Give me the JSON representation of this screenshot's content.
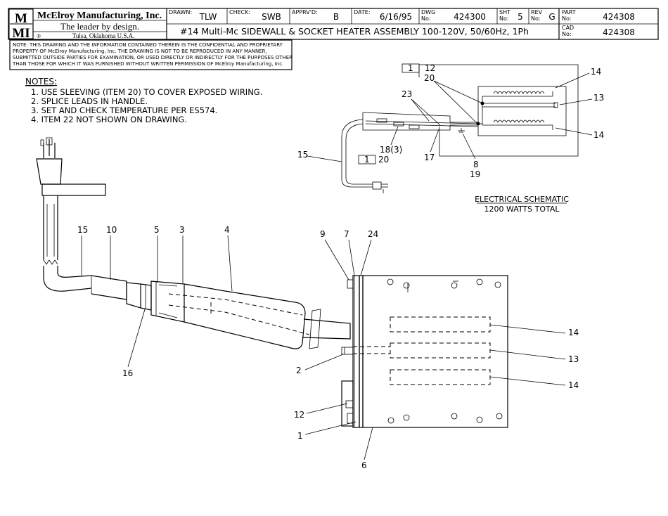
{
  "title_block": {
    "logo_top": "M",
    "logo_bottom": "MI",
    "company": "McElroy Manufacturing, Inc.",
    "tagline": "The leader by design.",
    "registered": "®",
    "location": "Tulsa, Oklahoma U.S.A.",
    "drawn_label": "DRAWN:",
    "drawn_value": "TLW",
    "check_label": "CHECK:",
    "check_value": "SWB",
    "apprvd_label": "APPRV'D:",
    "apprvd_value": "B",
    "date_label": "DATE:",
    "date_value": "6/16/95",
    "dwg_label_1": "DWG",
    "dwg_label_2": "No:",
    "dwg_value": "424300",
    "sht_label_1": "SHT",
    "sht_label_2": "No:",
    "sht_value": "5",
    "rev_label_1": "REV",
    "rev_label_2": "No:",
    "rev_value": "G",
    "part_label_1": "PART",
    "part_label_2": "No:",
    "part_value": "424308",
    "cad_label_1": "CAD",
    "cad_label_2": "No:",
    "cad_value": "424308",
    "drawing_title": "#14 Multi-Mc SIDEWALL & SOCKET HEATER ASSEMBLY 100-120V, 50/60Hz, 1Ph"
  },
  "confidential_note": [
    "NOTE: THIS DRAWING AND THE INFORMATION CONTAINED THEREIN IS THE CONFIDENTIAL AND PROPRIETARY",
    "PROPERTY OF McElroy Manufacturing, Inc. THE DRAWING IS NOT TO BE REPRODUCED IN ANY MANNER,",
    "SUBMITTED OUTSIDE PARTIES FOR EXAMINATION, OR USED DIRECTLY OR INDIRECTLY FOR THE PURPOSES OTHER",
    "THAN THOSE FOR WHICH IT WAS FURNISHED WITHOUT WRITTEN PERMISSION OF McElroy Manufacturing, Inc."
  ],
  "notes": {
    "heading": "NOTES:",
    "items": [
      "1. USE SLEEVING (ITEM 20) TO COVER EXPOSED WIRING.",
      "2. SPLICE LEADS IN HANDLE.",
      "3. SET AND CHECK TEMPERATURE PER ES574.",
      "4. ITEM 22 NOT SHOWN ON DRAWING."
    ]
  },
  "schematic": {
    "caption_line1": "ELECTRICAL SCHEMATIC",
    "caption_line2": "1200 WATTS TOTAL",
    "flag1_note": "1",
    "flag1_item": "12",
    "flag2_note": "1",
    "flag2_item": "20",
    "callouts": {
      "c20": "20",
      "c14_top": "14",
      "c13": "13",
      "c14_bottom": "14",
      "c23": "23",
      "c18": "18(3)",
      "c17": "17",
      "c15": "15",
      "c8": "8",
      "c19": "19"
    }
  },
  "assembly_callouts": {
    "c15": "15",
    "c10": "10",
    "c5": "5",
    "c3": "3",
    "c4": "4",
    "c9": "9",
    "c7": "7",
    "c24": "24",
    "c16": "16",
    "c2": "2",
    "c12": "12",
    "c1": "1",
    "c6": "6",
    "c14_top": "14",
    "c13": "13",
    "c14_bottom": "14"
  }
}
